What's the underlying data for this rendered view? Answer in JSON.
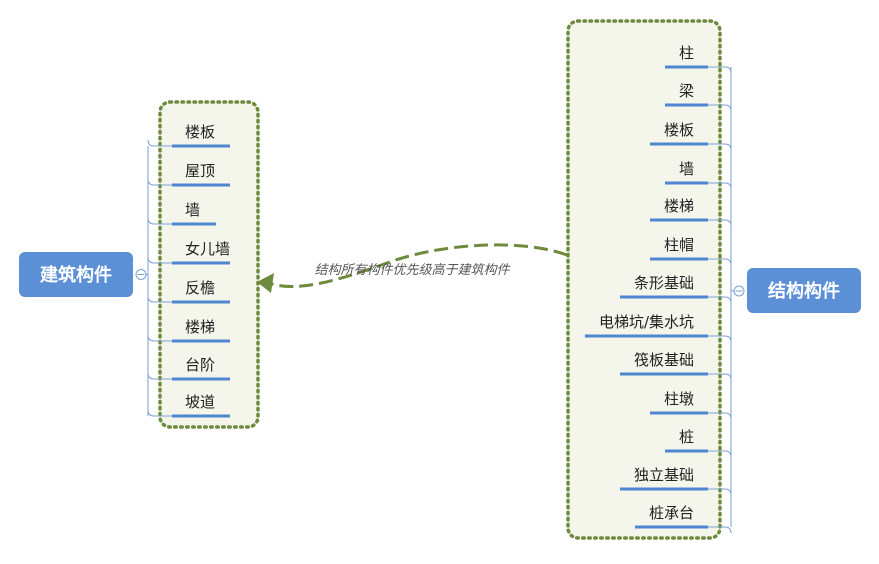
{
  "left_topic": {
    "title": "建筑构件",
    "items": [
      "楼板",
      "屋顶",
      "墙",
      "女儿墙",
      "反檐",
      "楼梯",
      "台阶",
      "坡道"
    ]
  },
  "right_topic": {
    "title": "结构构件",
    "items": [
      "柱",
      "梁",
      "楼板",
      "墙",
      "楼梯",
      "柱帽",
      "条形基础",
      "电梯坑/集水坑",
      "筏板基础",
      "柱墩",
      "桩",
      "独立基础",
      "桩承台"
    ]
  },
  "relationship": {
    "label": "结构所有构件优先级高于建筑构件"
  },
  "colors": {
    "root_fill": "#5b8fd6",
    "connector": "#7ba0d4",
    "underline": "#4e86d1",
    "boundary_stroke": "#6e8b3d",
    "boundary_fill": "#f4f6ec",
    "relationship_stroke": "#6e8b3d"
  }
}
